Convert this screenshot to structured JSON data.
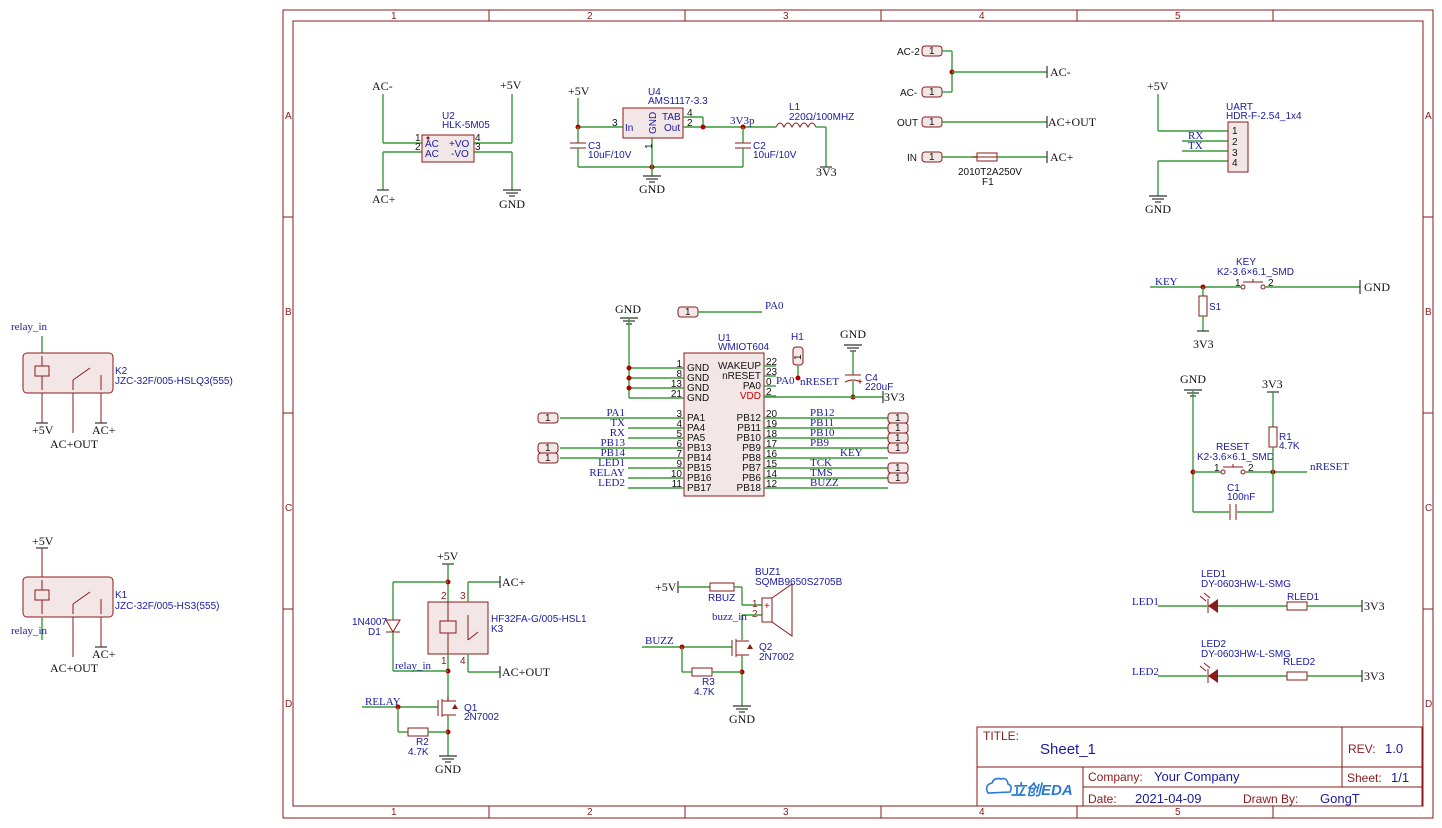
{
  "frame": {
    "columns": [
      "1",
      "2",
      "3",
      "4",
      "5"
    ],
    "rows": [
      "A",
      "B",
      "C",
      "D"
    ]
  },
  "title_block": {
    "title_label": "TITLE:",
    "title": "Sheet_1",
    "rev_label": "REV:",
    "rev": "1.0",
    "company_label": "Company:",
    "company": "Your Company",
    "sheet_label": "Sheet:",
    "sheet": "1/1",
    "date_label": "Date:",
    "date": "2021-04-09",
    "drawn_label": "Drawn By:",
    "drawn_by": "GongT",
    "logo": "立创EDA"
  },
  "nets": {
    "gnd": "GND",
    "v5": "+5V",
    "v3": "3V3",
    "acm": "AC-",
    "acp": "AC+",
    "acout": "AC+OUT",
    "acm2": "AC-2",
    "pa0": "PA0",
    "pa1": "PA1",
    "tx": "TX",
    "rx": "RX",
    "pb13": "PB13",
    "pb14": "PB14",
    "led1": "LED1",
    "led2": "LED2",
    "relay": "RELAY",
    "pb12": "PB12",
    "pb11": "PB11",
    "pb10": "PB10",
    "pb9": "PB9",
    "key": "KEY",
    "tck": "TCK",
    "tms": "TMS",
    "buzz": "BUZZ",
    "nreset": "nRESET",
    "relay_in": "relay_in",
    "buzz_in": "buzz_in",
    "v3p": "3V3p",
    "out": "OUT",
    "in": "IN"
  },
  "components": {
    "u2": {
      "ref": "U2",
      "value": "HLK-5M05",
      "pins_left": [
        "AC",
        "AC"
      ],
      "pins_right": [
        "+VO",
        "-VO"
      ],
      "nums": [
        "1",
        "2",
        "4",
        "3"
      ]
    },
    "u4": {
      "ref": "U4",
      "value": "AMS1117-3.3",
      "in": "In",
      "tab": "TAB",
      "out": "Out",
      "gnd": "GND",
      "nums": [
        "3",
        "4",
        "2",
        "1"
      ]
    },
    "c3": {
      "ref": "C3",
      "value": "10uF/10V"
    },
    "c2": {
      "ref": "C2",
      "value": "10uF/10V"
    },
    "l1": {
      "ref": "L1",
      "value": "220Ω/100MHZ"
    },
    "f1": {
      "ref": "F1",
      "value": "2010T2A250V"
    },
    "uart": {
      "ref": "UART",
      "value": "HDR-F-2.54_1x4",
      "pins": [
        "1",
        "2",
        "3",
        "4"
      ]
    },
    "key": {
      "ref": "KEY",
      "value": "K2-3.6×6.1_SMD",
      "pins": [
        "1",
        "2"
      ]
    },
    "s1": {
      "ref": "S1"
    },
    "u1": {
      "ref": "U1",
      "value": "WMIOT604",
      "left": [
        {
          "num": "1",
          "name": "GND"
        },
        {
          "num": "8",
          "name": "GND"
        },
        {
          "num": "13",
          "name": "GND"
        },
        {
          "num": "21",
          "name": "GND"
        },
        {
          "num": "3",
          "name": "PA1"
        },
        {
          "num": "4",
          "name": "PA4"
        },
        {
          "num": "5",
          "name": "PA5"
        },
        {
          "num": "6",
          "name": "PB13"
        },
        {
          "num": "7",
          "name": "PB14"
        },
        {
          "num": "9",
          "name": "PB15"
        },
        {
          "num": "10",
          "name": "PB16"
        },
        {
          "num": "11",
          "name": "PB17"
        }
      ],
      "right": [
        {
          "num": "22",
          "name": "WAKEUP"
        },
        {
          "num": "23",
          "name": "nRESET"
        },
        {
          "num": "0",
          "name": "PA0"
        },
        {
          "num": "2",
          "name": "VDD"
        },
        {
          "num": "20",
          "name": "PB12"
        },
        {
          "num": "19",
          "name": "PB11"
        },
        {
          "num": "18",
          "name": "PB10"
        },
        {
          "num": "17",
          "name": "PB9"
        },
        {
          "num": "16",
          "name": "PB8"
        },
        {
          "num": "15",
          "name": "PB7"
        },
        {
          "num": "14",
          "name": "PB6"
        },
        {
          "num": "12",
          "name": "PB18"
        }
      ]
    },
    "h1": {
      "ref": "H1",
      "num": "1"
    },
    "c4": {
      "ref": "C4",
      "value": "220uF"
    },
    "reset": {
      "ref": "RESET",
      "value": "K2-3.6×6.1_SMD",
      "pins": [
        "1",
        "2"
      ]
    },
    "r1": {
      "ref": "R1",
      "value": "4.7K"
    },
    "c1": {
      "ref": "C1",
      "value": "100nF"
    },
    "k2": {
      "ref": "K2",
      "value": "JZC-32F/005-HSLQ3(555)"
    },
    "k1": {
      "ref": "K1",
      "value": "JZC-32F/005-HS3(555)"
    },
    "k3": {
      "ref": "K3",
      "value": "HF32FA-G/005-HSL1",
      "nums": [
        "2",
        "3",
        "1",
        "4"
      ]
    },
    "d1": {
      "ref": "D1",
      "value": "1N4007"
    },
    "q1": {
      "ref": "Q1",
      "value": "2N7002"
    },
    "r2": {
      "ref": "R2",
      "value": "4.7K"
    },
    "buz1": {
      "ref": "BUZ1",
      "value": "SQMB9650S2705B",
      "nums": [
        "1",
        "2"
      ],
      "plus": "+",
      "minus": "-"
    },
    "rbuz": {
      "ref": "RBUZ"
    },
    "q2": {
      "ref": "Q2",
      "value": "2N7002"
    },
    "r3": {
      "ref": "R3",
      "value": "4.7K"
    },
    "led1": {
      "ref": "LED1",
      "value": "DY-0603HW-L-SMG"
    },
    "rled1": {
      "ref": "RLED1"
    },
    "led2": {
      "ref": "LED2",
      "value": "DY-0603HW-L-SMG"
    },
    "rled2": {
      "ref": "RLED2"
    }
  },
  "connectors": {
    "one": "1"
  }
}
